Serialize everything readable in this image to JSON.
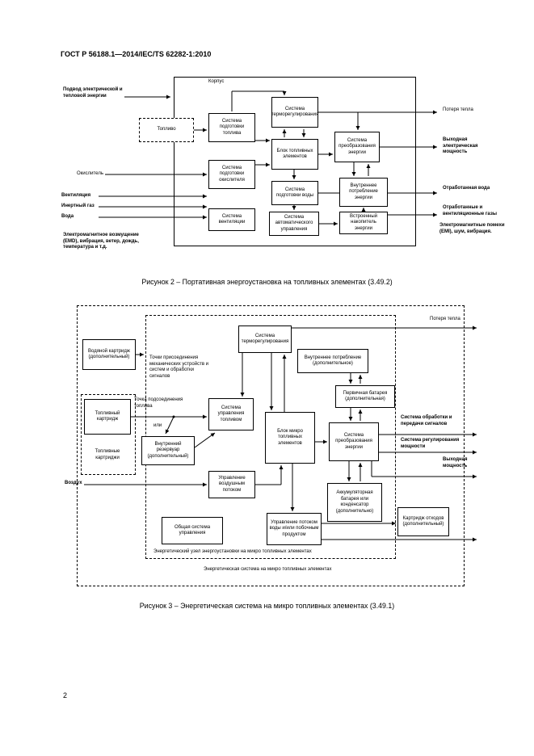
{
  "header": {
    "title": "ГОСТ Р 56188.1—2014/IEC/TS 62282-1:2010"
  },
  "page_number": "2",
  "figure2": {
    "caption": "Рисунок 2 – Портативная энергоустановка на топливных элементах (3.49.2)",
    "enclosure": "Корпус",
    "inputs": {
      "supply": "Подвод электрической и тепловой энергии",
      "fuel": "Топливо",
      "oxidant": "Окислитель",
      "ventilation": "Вентиляция",
      "inert_gas": "Инертный газ",
      "water": "Вода",
      "disturbance": "Электромагнитное возмущение (EMD), вибрация, ветер, дождь, температура и т.д."
    },
    "blocks": {
      "fuel_processing": "Система подготовки топлива",
      "thermal": "Система терморегулирования",
      "stack": "Блок топливных элементов",
      "power_conditioning": "Система преобразования энергии",
      "oxidant_processing": "Система подготовки окислителя",
      "water_treatment": "Система подготовки воды",
      "internal_consumption": "Внутреннее потребление энергии",
      "ventilation_system": "Система вентиляции",
      "control": "Система автоматического управления",
      "storage": "Встроенный накопитель энергии"
    },
    "outputs": {
      "heat_loss": "Потеря тепла",
      "power": "Выходная электрическая мощность",
      "waste_water": "Отработанная вода",
      "exhaust": "Отработанные и вентиляционные газы",
      "emi": "Электромагнитные помехи (EMI), шум, вибрация."
    }
  },
  "figure3": {
    "caption": "Рисунок 3 – Энергетическая система на микро топливных элементах (3.49.1)",
    "labels": {
      "unit": "Энергетический узел энергоустановки на микро топливных элементах",
      "system": "Энергетическая система на микро топливных элементах",
      "connection_points": "Точки присоединения механических устройств и систем  и обработки сигналов",
      "fuel_point": "Точка подсоединения топлива",
      "or": "или",
      "cartridges": "Топливные картриджи",
      "air": "Воздух"
    },
    "blocks": {
      "thermal": "Система терморегулирования",
      "water_cartridge": "Водяной картридж (дополнительный)",
      "internal_consumption": "Внутреннее потребление (дополнительное)",
      "primary_battery": "Первичная батарея (дополнительная)",
      "fuel_cartridge": "Топливный картридж",
      "fuel_management": "Система управления топливом",
      "stack": "Блок микро топливных элементов",
      "power_conditioning": "Система преобразования энергии",
      "reservoir": "Внутренний резервуар (дополнительный)",
      "air_flow": "Управление воздушным потоком",
      "battery": "Аккумуляторная батарея или конденсатор (дополнительно)",
      "control": "Общая система управления",
      "water_flow": "Управление потоком воды и/или побочным продуктом",
      "waste_cartridge": "Картридж отходов (дополнительный)"
    },
    "outputs": {
      "heat_loss": "Потеря тепла",
      "signals": "Система обработки и передачи сигналов",
      "power_regulation": "Система регулирования мощности",
      "power": "Выходная мощность"
    }
  }
}
